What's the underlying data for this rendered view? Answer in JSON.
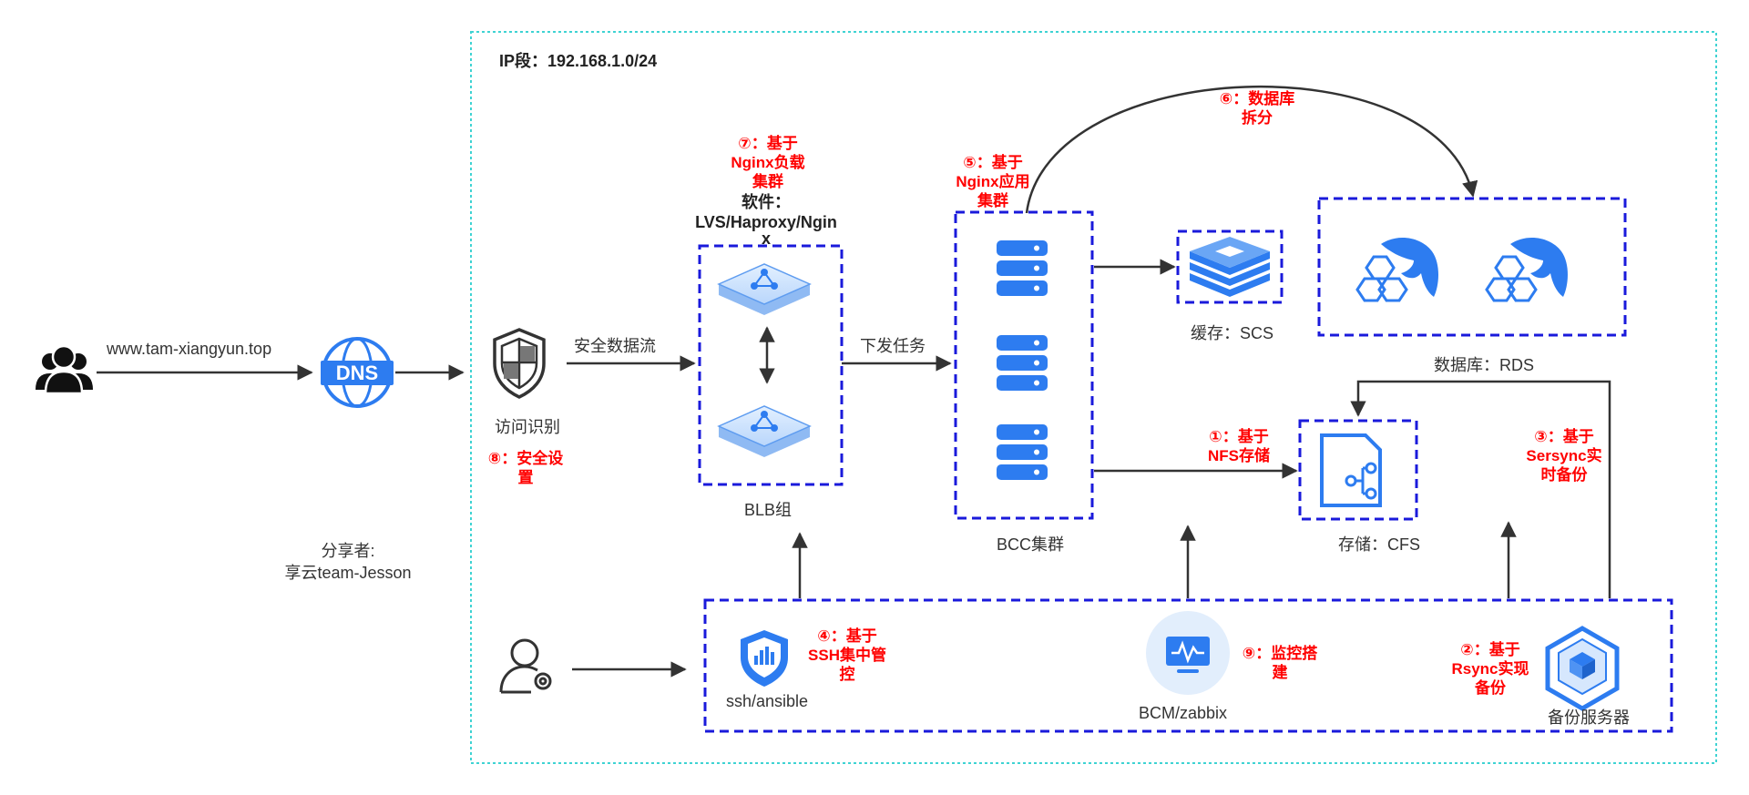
{
  "ip_range": "IP段：192.168.1.0/24",
  "domain_url": "www.tam-xiangyun.top",
  "dns_icon_text": "DNS",
  "labels": {
    "access": "访问识别",
    "secure_flow": "安全数据流",
    "dispatch": "下发任务",
    "blb": "BLB组",
    "bcc": "BCC集群",
    "cache": "缓存：SCS",
    "database": "数据库：RDS",
    "storage": "存储：CFS",
    "ssh": "ssh/ansible",
    "bcm": "BCM/zabbix",
    "backup": "备份服务器",
    "sharer_line1": "分享者:",
    "sharer_line2": "享云team-Jesson"
  },
  "annotations": {
    "a1": [
      "①：基于",
      "NFS存储"
    ],
    "a2": [
      "②：基于",
      "Rsync实现",
      "备份"
    ],
    "a3": [
      "③：基于",
      "Sersync实",
      "时备份"
    ],
    "a4": [
      "④：基于",
      "SSH集中管",
      "控"
    ],
    "a5": [
      "⑤：基于",
      "Nginx应用",
      "集群"
    ],
    "a6": [
      "⑥：数据库",
      "拆分"
    ],
    "a7": [
      "⑦：基于",
      "Nginx负载",
      "集群"
    ],
    "a8": [
      "⑧：安全设",
      "置"
    ],
    "a9": [
      "⑨：监控搭",
      "建"
    ]
  },
  "software": [
    "软件：",
    "LVS/Haproxy/Ngin",
    "x"
  ],
  "colors": {
    "blue_dash": "#1a1adb",
    "cyan_dash": "#3fd3d3",
    "icon_blue": "#2d7cf0",
    "annotation_red": "#ff0000",
    "arrow": "#333333"
  }
}
